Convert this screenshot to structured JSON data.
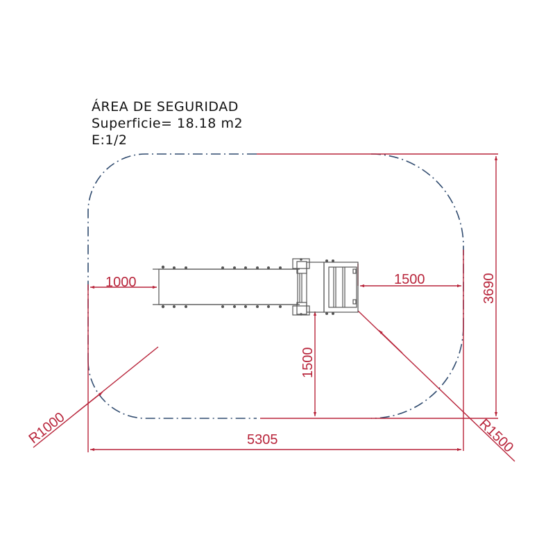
{
  "title_block": {
    "title": "ÁREA DE SEGURIDAD",
    "surface": "Superficie= 18.18 m2",
    "scale": "E:1/2"
  },
  "dimensions": {
    "left_clearance": "1000",
    "right_clearance": "1500",
    "bottom_clearance": "1500",
    "total_width": "5305",
    "total_height": "3690",
    "radius_left": "R1000",
    "radius_right": "R1500"
  },
  "colors": {
    "dimension": "#b8243a",
    "safety_outline": "#2f4a6e",
    "equipment": "#555555"
  }
}
